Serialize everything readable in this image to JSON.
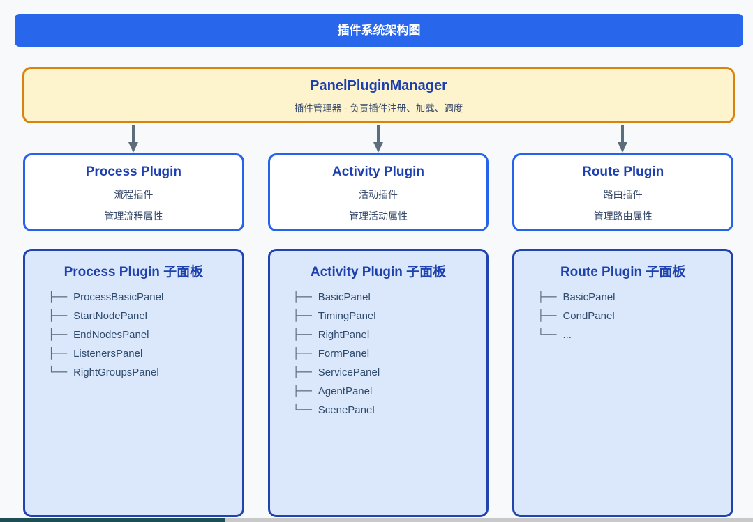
{
  "header": {
    "title": "插件系统架构图"
  },
  "manager": {
    "title": "PanelPluginManager",
    "subtitle": "插件管理器 - 负责插件注册、加载、调度"
  },
  "plugins": [
    {
      "title": "Process Plugin",
      "lines": [
        "流程插件",
        "管理流程属性"
      ]
    },
    {
      "title": "Activity Plugin",
      "lines": [
        "活动插件",
        "管理活动属性"
      ]
    },
    {
      "title": "Route Plugin",
      "lines": [
        "路由插件",
        "管理路由属性"
      ]
    }
  ],
  "subpanels": [
    {
      "title": "Process Plugin 子面板",
      "items": [
        "ProcessBasicPanel",
        "StartNodePanel",
        "EndNodesPanel",
        "ListenersPanel",
        "RightGroupsPanel"
      ]
    },
    {
      "title": "Activity Plugin 子面板",
      "items": [
        "BasicPanel",
        "TimingPanel",
        "RightPanel",
        "FormPanel",
        "ServicePanel",
        "AgentPanel",
        "ScenePanel"
      ]
    },
    {
      "title": "Route Plugin 子面板",
      "items": [
        "BasicPanel",
        "CondPanel",
        "..."
      ]
    }
  ],
  "tree_glyphs": {
    "branch": "├──",
    "last_branch": "└──"
  },
  "colors": {
    "header_bg": "#2866eb",
    "header_text": "#ffffff",
    "manager_bg": "#fdf3cd",
    "manager_border": "#d8830d",
    "accent_blue": "#1e40af",
    "plugin_border": "#2563eb",
    "subpanel_bg": "#dbe8fb",
    "subpanel_border": "#2143ae",
    "body_text": "#36496b",
    "arrow": "#5d6d7e",
    "scrollbar_thumb": "#1d4d55",
    "scrollbar_track": "#c9c9c9"
  }
}
